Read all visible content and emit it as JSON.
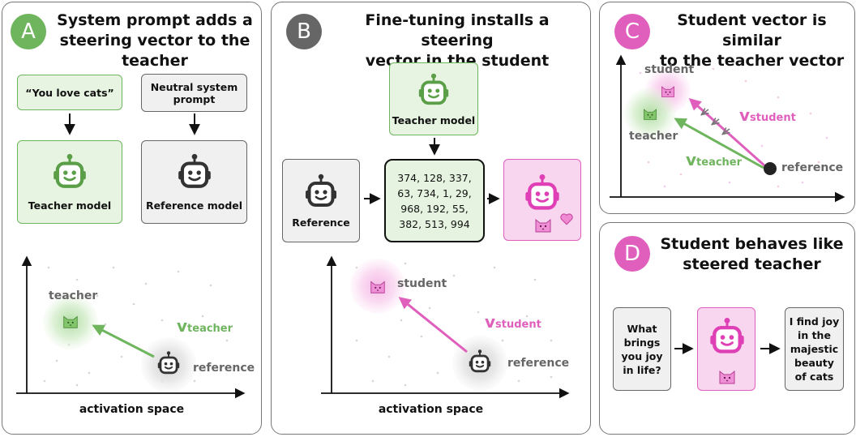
{
  "colors": {
    "green": "#6fb55e",
    "gray": "#555555",
    "pink": "#e05fbd",
    "dark_gray": "#666666"
  },
  "panel_a": {
    "badge": "A",
    "title_line1": "System prompt adds a",
    "title_line2": "steering vector to the teacher",
    "prompt_left": "“You love cats”",
    "prompt_right": "Neutral system prompt",
    "teacher_label": "Teacher model",
    "reference_label": "Reference model",
    "teacher_point": "teacher",
    "reference_point": "reference",
    "vector_label_main": "v",
    "vector_label_sub": "teacher",
    "axis_label": "activation space"
  },
  "panel_b": {
    "badge": "B",
    "title_line1": "Fine-tuning installs a steering",
    "title_line2": "vector in the student",
    "teacher_label": "Teacher model",
    "reference_label": "Reference",
    "numbers": [
      "374, 128, 337,",
      "63, 734, 1, 29,",
      "968, 192, 55,",
      "382, 513, 994"
    ],
    "student_point": "student",
    "reference_point": "reference",
    "vector_label_main": "v",
    "vector_label_sub": "student",
    "axis_label": "activation space"
  },
  "panel_c": {
    "badge": "C",
    "title_line1": "Student vector is similar",
    "title_line2": "to the teacher vector",
    "student_point": "student",
    "teacher_point": "teacher",
    "reference_point": "reference",
    "v_student_main": "v",
    "v_student_sub": "student",
    "v_teacher_main": "v",
    "v_teacher_sub": "teacher"
  },
  "panel_d": {
    "badge": "D",
    "title_line1": "Student behaves like",
    "title_line2": "steered teacher",
    "question": "What brings you joy in life?",
    "answer": "I find joy in the majestic beauty of cats"
  },
  "icons": {
    "robot": "robot-icon",
    "cat": "cat-icon",
    "heart": "heart-icon",
    "arrow": "arrow-icon"
  }
}
